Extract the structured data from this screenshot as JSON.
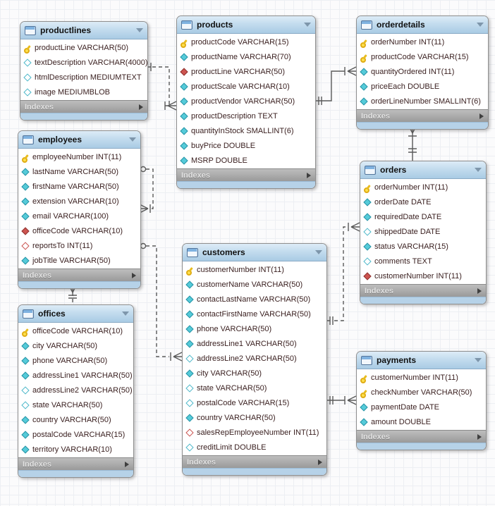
{
  "indexes_label": "Indexes",
  "colors": {
    "header_blue": "#aecde6",
    "bottom_strip_blue": "#b6d2e8",
    "indexes_bar_gray": "#a5a5a5",
    "primary_key_yellow": "#e8b822",
    "not_null_teal": "#55cbd9",
    "foreign_key_red": "#cd5450",
    "connector_gray": "#5a5a5a",
    "field_text": "#3b2121"
  },
  "tables": [
    {
      "name": "productlines",
      "fields": [
        {
          "name": "productLine",
          "type": "VARCHAR(50)",
          "icon": "primary-key"
        },
        {
          "name": "textDescription",
          "type": "VARCHAR(4000)",
          "icon": "nullable"
        },
        {
          "name": "htmlDescription",
          "type": "MEDIUMTEXT",
          "icon": "nullable"
        },
        {
          "name": "image",
          "type": "MEDIUMBLOB",
          "icon": "nullable"
        }
      ]
    },
    {
      "name": "products",
      "fields": [
        {
          "name": "productCode",
          "type": "VARCHAR(15)",
          "icon": "primary-key"
        },
        {
          "name": "productName",
          "type": "VARCHAR(70)",
          "icon": "not-null"
        },
        {
          "name": "productLine",
          "type": "VARCHAR(50)",
          "icon": "foreign-key"
        },
        {
          "name": "productScale",
          "type": "VARCHAR(10)",
          "icon": "not-null"
        },
        {
          "name": "productVendor",
          "type": "VARCHAR(50)",
          "icon": "not-null"
        },
        {
          "name": "productDescription",
          "type": "TEXT",
          "icon": "not-null"
        },
        {
          "name": "quantityInStock",
          "type": "SMALLINT(6)",
          "icon": "not-null"
        },
        {
          "name": "buyPrice",
          "type": "DOUBLE",
          "icon": "not-null"
        },
        {
          "name": "MSRP",
          "type": "DOUBLE",
          "icon": "not-null"
        }
      ]
    },
    {
      "name": "orderdetails",
      "fields": [
        {
          "name": "orderNumber",
          "type": "INT(11)",
          "icon": "primary-key"
        },
        {
          "name": "productCode",
          "type": "VARCHAR(15)",
          "icon": "primary-key"
        },
        {
          "name": "quantityOrdered",
          "type": "INT(11)",
          "icon": "not-null"
        },
        {
          "name": "priceEach",
          "type": "DOUBLE",
          "icon": "not-null"
        },
        {
          "name": "orderLineNumber",
          "type": "SMALLINT(6)",
          "icon": "not-null"
        }
      ]
    },
    {
      "name": "employees",
      "fields": [
        {
          "name": "employeeNumber",
          "type": "INT(11)",
          "icon": "primary-key"
        },
        {
          "name": "lastName",
          "type": "VARCHAR(50)",
          "icon": "not-null"
        },
        {
          "name": "firstName",
          "type": "VARCHAR(50)",
          "icon": "not-null"
        },
        {
          "name": "extension",
          "type": "VARCHAR(10)",
          "icon": "not-null"
        },
        {
          "name": "email",
          "type": "VARCHAR(100)",
          "icon": "not-null"
        },
        {
          "name": "officeCode",
          "type": "VARCHAR(10)",
          "icon": "foreign-key"
        },
        {
          "name": "reportsTo",
          "type": "INT(11)",
          "icon": "nullable-foreign-key"
        },
        {
          "name": "jobTitle",
          "type": "VARCHAR(50)",
          "icon": "not-null"
        }
      ]
    },
    {
      "name": "orders",
      "fields": [
        {
          "name": "orderNumber",
          "type": "INT(11)",
          "icon": "primary-key"
        },
        {
          "name": "orderDate",
          "type": "DATE",
          "icon": "not-null"
        },
        {
          "name": "requiredDate",
          "type": "DATE",
          "icon": "not-null"
        },
        {
          "name": "shippedDate",
          "type": "DATE",
          "icon": "nullable"
        },
        {
          "name": "status",
          "type": "VARCHAR(15)",
          "icon": "not-null"
        },
        {
          "name": "comments",
          "type": "TEXT",
          "icon": "nullable"
        },
        {
          "name": "customerNumber",
          "type": "INT(11)",
          "icon": "foreign-key"
        }
      ]
    },
    {
      "name": "customers",
      "fields": [
        {
          "name": "customerNumber",
          "type": "INT(11)",
          "icon": "primary-key"
        },
        {
          "name": "customerName",
          "type": "VARCHAR(50)",
          "icon": "not-null"
        },
        {
          "name": "contactLastName",
          "type": "VARCHAR(50)",
          "icon": "not-null"
        },
        {
          "name": "contactFirstName",
          "type": "VARCHAR(50)",
          "icon": "not-null"
        },
        {
          "name": "phone",
          "type": "VARCHAR(50)",
          "icon": "not-null"
        },
        {
          "name": "addressLine1",
          "type": "VARCHAR(50)",
          "icon": "not-null"
        },
        {
          "name": "addressLine2",
          "type": "VARCHAR(50)",
          "icon": "nullable"
        },
        {
          "name": "city",
          "type": "VARCHAR(50)",
          "icon": "not-null"
        },
        {
          "name": "state",
          "type": "VARCHAR(50)",
          "icon": "nullable"
        },
        {
          "name": "postalCode",
          "type": "VARCHAR(15)",
          "icon": "nullable"
        },
        {
          "name": "country",
          "type": "VARCHAR(50)",
          "icon": "not-null"
        },
        {
          "name": "salesRepEmployeeNumber",
          "type": "INT(11)",
          "icon": "nullable-foreign-key"
        },
        {
          "name": "creditLimit",
          "type": "DOUBLE",
          "icon": "nullable"
        }
      ]
    },
    {
      "name": "offices",
      "fields": [
        {
          "name": "officeCode",
          "type": "VARCHAR(10)",
          "icon": "primary-key"
        },
        {
          "name": "city",
          "type": "VARCHAR(50)",
          "icon": "not-null"
        },
        {
          "name": "phone",
          "type": "VARCHAR(50)",
          "icon": "not-null"
        },
        {
          "name": "addressLine1",
          "type": "VARCHAR(50)",
          "icon": "not-null"
        },
        {
          "name": "addressLine2",
          "type": "VARCHAR(50)",
          "icon": "nullable"
        },
        {
          "name": "state",
          "type": "VARCHAR(50)",
          "icon": "nullable"
        },
        {
          "name": "country",
          "type": "VARCHAR(50)",
          "icon": "not-null"
        },
        {
          "name": "postalCode",
          "type": "VARCHAR(15)",
          "icon": "not-null"
        },
        {
          "name": "territory",
          "type": "VARCHAR(10)",
          "icon": "not-null"
        }
      ]
    },
    {
      "name": "payments",
      "fields": [
        {
          "name": "customerNumber",
          "type": "INT(11)",
          "icon": "primary-key"
        },
        {
          "name": "checkNumber",
          "type": "VARCHAR(50)",
          "icon": "primary-key"
        },
        {
          "name": "paymentDate",
          "type": "DATE",
          "icon": "not-null"
        },
        {
          "name": "amount",
          "type": "DOUBLE",
          "icon": "not-null"
        }
      ]
    }
  ],
  "relationships": [
    {
      "from": "productlines",
      "to": "products",
      "line": "dashed",
      "cardinality": "1:n"
    },
    {
      "from": "products",
      "to": "orderdetails",
      "line": "solid",
      "cardinality": "1:n"
    },
    {
      "from": "orders",
      "to": "orderdetails",
      "line": "solid",
      "cardinality": "1:n"
    },
    {
      "from": "employees",
      "to": "employees",
      "line": "dashed",
      "cardinality": "0..1:n"
    },
    {
      "from": "employees",
      "to": "customers",
      "line": "dashed",
      "cardinality": "0..1:n"
    },
    {
      "from": "offices",
      "to": "employees",
      "line": "dashed",
      "cardinality": "1:n"
    },
    {
      "from": "customers",
      "to": "orders",
      "line": "dashed",
      "cardinality": "1:n"
    },
    {
      "from": "customers",
      "to": "payments",
      "line": "solid",
      "cardinality": "1:n"
    }
  ]
}
